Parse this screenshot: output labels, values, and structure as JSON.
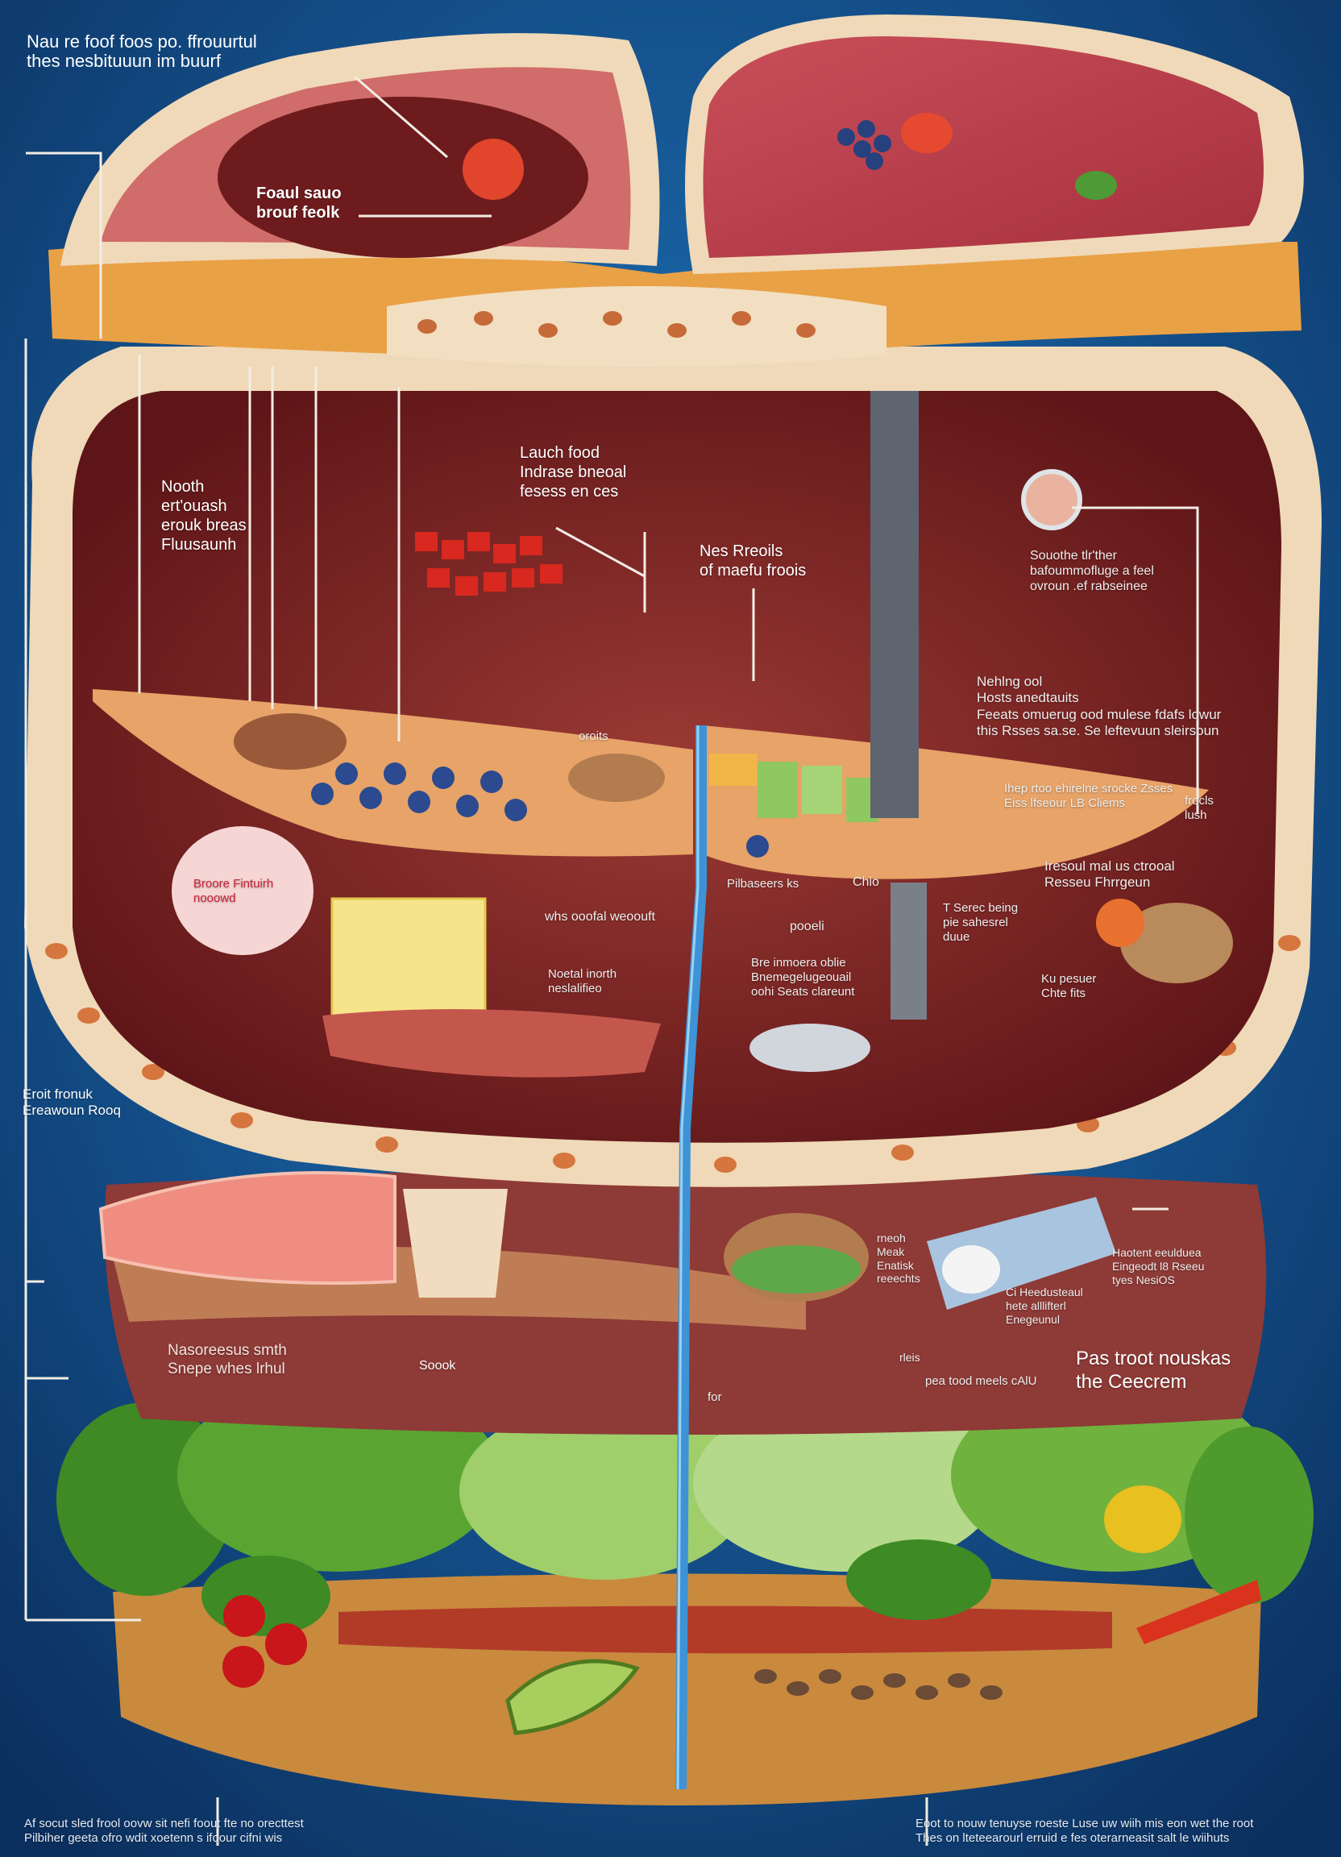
{
  "title": {
    "lines": [
      "Nau re foof foos po. ffrouurtul",
      "thes nesbituuun im buurf"
    ]
  },
  "labels": {
    "foul": [
      "Foaul sauo",
      "brouf feolk"
    ],
    "nooth": [
      "Nooth",
      "ert'ouash",
      "erouk breas",
      "Fluusaunh"
    ],
    "lauch": [
      "Lauch food",
      "Indrase bneoal",
      "fesess en ces"
    ],
    "nes": [
      "Nes Rreoils",
      "of maefu froois"
    ],
    "souothe": [
      "Souothe tlr'ther",
      "bafoummofluge a feel",
      "ovroun .ef rabseinee"
    ],
    "nehlng": [
      "Nehlng ool",
      "Hosts anedtauits",
      "Feeats omuerug ood mulese fdafs lowur",
      "this Rsses sa.se. Se leftevuun sleirsoun"
    ],
    "ihep": [
      "Ihep rtoo ehirelne srocke Zsses",
      "Eiss lfseour LB Cliems"
    ],
    "froclis": [
      "frocls",
      "lush"
    ],
    "ireoout": [
      "Iresoul mal us ctrooal",
      "Resseu Fhrrgeun"
    ],
    "oroits": [
      "oroits"
    ],
    "egg": [
      "Broore Fintuirh",
      "nooowd"
    ],
    "pilbaseers": [
      "Pilbaseers ks"
    ],
    "chio": [
      "Chio"
    ],
    "whs": [
      "whs ooofal weoouft"
    ],
    "pooeli": [
      "pooeli"
    ],
    "tserec": [
      "T Serec being",
      "pie sahesrel",
      "duue"
    ],
    "noetal": [
      "Noetal inorth",
      "neslalifieo"
    ],
    "bre": [
      "Bre inmoera oblie",
      "Bnemegelugeouail",
      "oohi Seats clareunt"
    ],
    "kupes": [
      "Ku pesuer",
      "Chte fits"
    ],
    "eroit": [
      "Eroit fronuk",
      "Ereawoun Rooq"
    ],
    "naso": [
      "Nasoreesus smth",
      "Snepe whes lrhul"
    ],
    "soook": [
      "Soook"
    ],
    "rneoh": [
      "rneoh",
      "Meak",
      "Enatisk",
      "reeechts"
    ],
    "haotent": [
      "Haotent eeulduea",
      "Eingeodt l8 Rseeu",
      "tyes NesiOS"
    ],
    "ci": [
      "Ci Heedusteaul",
      "hete alllifterl",
      "Enegeunul"
    ],
    "rleis": [
      "rleis"
    ],
    "pea": [
      "pea tood meels cAlU"
    ],
    "pas": [
      "Pas troot nouskas",
      "the Ceecrem"
    ],
    "ror": [
      "for"
    ],
    "bottom_left": [
      "Af socut sled frool oovw sit nefi foout fte no orecttest",
      "Pilbiher geeta ofro wdit xoetenn s ifoour cifni wis"
    ],
    "bottom_right": [
      "Eoot to nouw tenuyse roeste Luse uw wiih mis eon wet the root",
      "Thes on lteteearourl erruid e fes oterarneasit salt le wiihuts"
    ]
  },
  "colors": {
    "background": "#0e3d72",
    "meat": "#8a2a2a",
    "cream": "#f1dcc0",
    "crust": "#e9a146",
    "tube": "#3d93d6",
    "greens": "#4f9a2c"
  }
}
